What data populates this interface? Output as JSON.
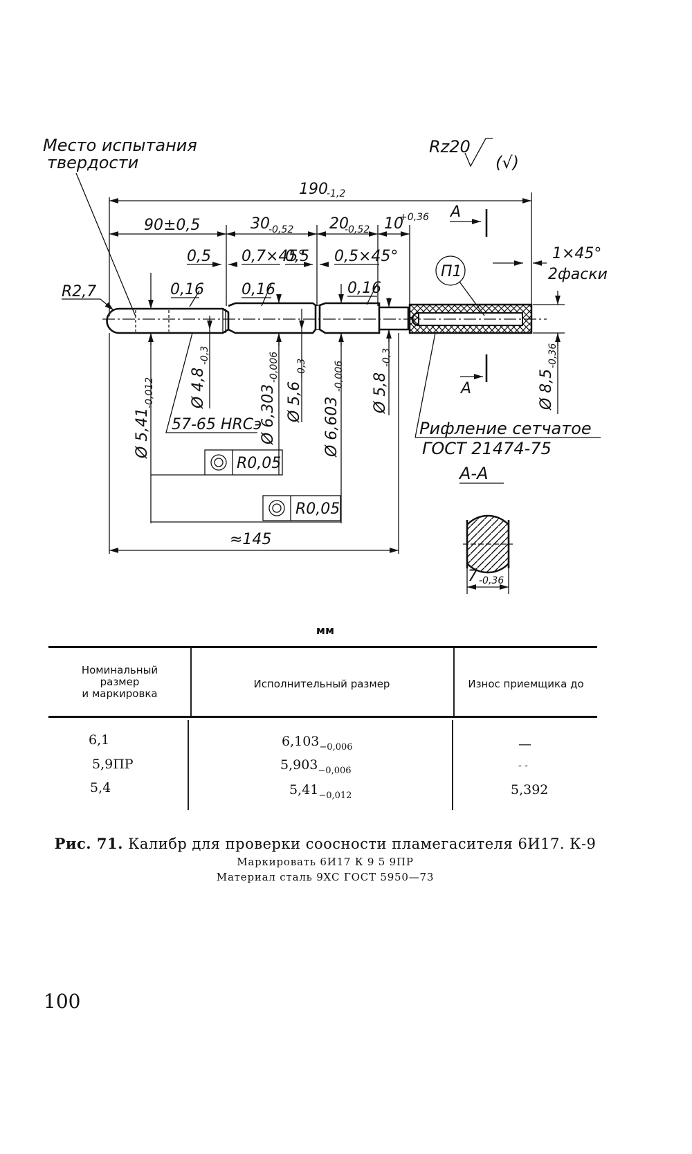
{
  "drawing": {
    "hardness_note": [
      "Место испытания",
      "твердости"
    ],
    "roughness": {
      "symbol": "Rz20",
      "check": "(√)"
    },
    "dims": {
      "overall_length": "190",
      "overall_length_tol": "-1,2",
      "len_90": "90±0,5",
      "len_30": "30",
      "len_30_tol": "-0,52",
      "len_20": "20",
      "len_20_tol": "-0,52",
      "len_10": "10",
      "len_10_tol": "+0,36",
      "groove_1": "0,5",
      "chamfer_1": "0,7×45°",
      "groove_2": "0,5",
      "chamfer_2": "0,5×45°",
      "chamfer_end": "1×45°",
      "chamfer_end_note": "2фаски",
      "radius": "R2,7",
      "rough_1": "0,16",
      "rough_2": "0,16",
      "rough_3": "0,16",
      "d_541": "Ø 5,41",
      "d_541_tol": "-0,012",
      "d_48": "Ø 4,8",
      "d_48_tol": "-0,3",
      "d_6303": "Ø 6,303",
      "d_6303_tol": "-0,006",
      "d_56": "Ø 5,6",
      "d_56_tol": "-0,3",
      "d_6603": "Ø 6,603",
      "d_6603_tol": "-0,006",
      "d_58": "Ø 5,8",
      "d_58_tol": "-0,3",
      "d_85": "Ø 8,5",
      "d_85_tol": "-0,36",
      "hardness": "57-65 HRCэ",
      "runout_1": "R0,05",
      "runout_2": "R0,05",
      "approx_len": "≈145",
      "part_mark": "П1",
      "section_mark_top": "A",
      "section_mark_bottom": "A",
      "knurl_note_1": "Рифление сетчатое",
      "knurl_note_2": "ГОСТ 21474-75",
      "section_title": "А-А",
      "flat_width": "7",
      "flat_width_tol": "-0,36"
    }
  },
  "units": "мм",
  "table": {
    "headers": [
      "Номинальный\nразмер\nи маркировка",
      "Исполнительный размер",
      "Износ приемщика до"
    ],
    "rows": [
      {
        "nominal": "6,1",
        "size": "6,103",
        "size_tol": "−0,006",
        "wear": "—"
      },
      {
        "nominal": "5,9ПР",
        "size": "5,903",
        "size_tol": "−0,006",
        "wear": "- -"
      },
      {
        "nominal": "5,4",
        "size": "5,41",
        "size_tol": "−0,012",
        "wear": "5,392"
      }
    ]
  },
  "caption": {
    "fig_label": "Рис. 71.",
    "title": "Калибр для проверки соосности пламегасителя 6И17. К-9",
    "marking": "Маркировать 6И17 К 9 5 9ПР",
    "material": "Материал сталь 9ХС ГОСТ 5950—73"
  },
  "page_number": "100"
}
